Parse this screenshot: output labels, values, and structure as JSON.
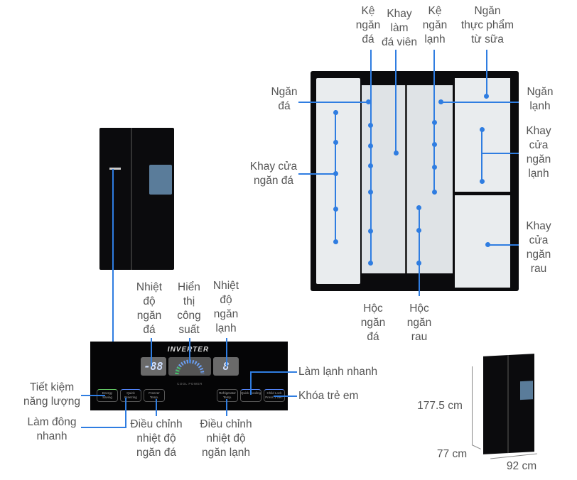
{
  "labels": {
    "freezer_shelf": "Kệ\nngăn\nđá",
    "ice_tray": "Khay\nlàm\nđá viên",
    "fridge_shelf": "Kệ\nngăn\nlạnh",
    "dairy": "Ngăn\nthực phẩm\ntừ sữa",
    "freezer": "Ngăn\nđá",
    "fridge": "Ngăn\nlạnh",
    "freezer_door_tray": "Khay cửa\nngăn đá",
    "fridge_door_tray": "Khay\ncửa\nngăn\nlạnh",
    "veg_door_tray": "Khay\ncửa\nngăn\nrau",
    "freezer_drawer": "Hộc\nngăn\nđá",
    "veg_drawer": "Hộc\nngăn\nrau",
    "freezer_temp": "Nhiệt\nđộ\nngăn\nđá",
    "power_display": "Hiển\nthị\ncông\nsuất",
    "fridge_temp": "Nhiệt\nđộ\nngăn\nlạnh",
    "quick_cooling": "Làm lạnh nhanh",
    "child_lock": "Khóa trẻ em",
    "energy_saving": "Tiết kiệm\nnăng lượng",
    "quick_freezing": "Làm đông\nnhanh",
    "adjust_freezer": "Điều chỉnh\nnhiệt độ\nngăn đá",
    "adjust_fridge": "Điều chỉnh\nnhiệt độ\nngăn lạnh"
  },
  "panel": {
    "brand": "INVERTER",
    "freezer_display": "-88",
    "fridge_display": "8",
    "cool_power": "COOL POWER",
    "buttons": [
      "Energy Saving",
      "Quick Freezing",
      "Freezer Temp.",
      "Refrigerator Temp.",
      "Quick Cooling",
      "Child Lock Press 1 Sec."
    ]
  },
  "dimensions": {
    "height": "177.5 cm",
    "depth": "77 cm",
    "width": "92 cm"
  },
  "colors": {
    "accent": "#2f7de1",
    "text": "#555555"
  }
}
